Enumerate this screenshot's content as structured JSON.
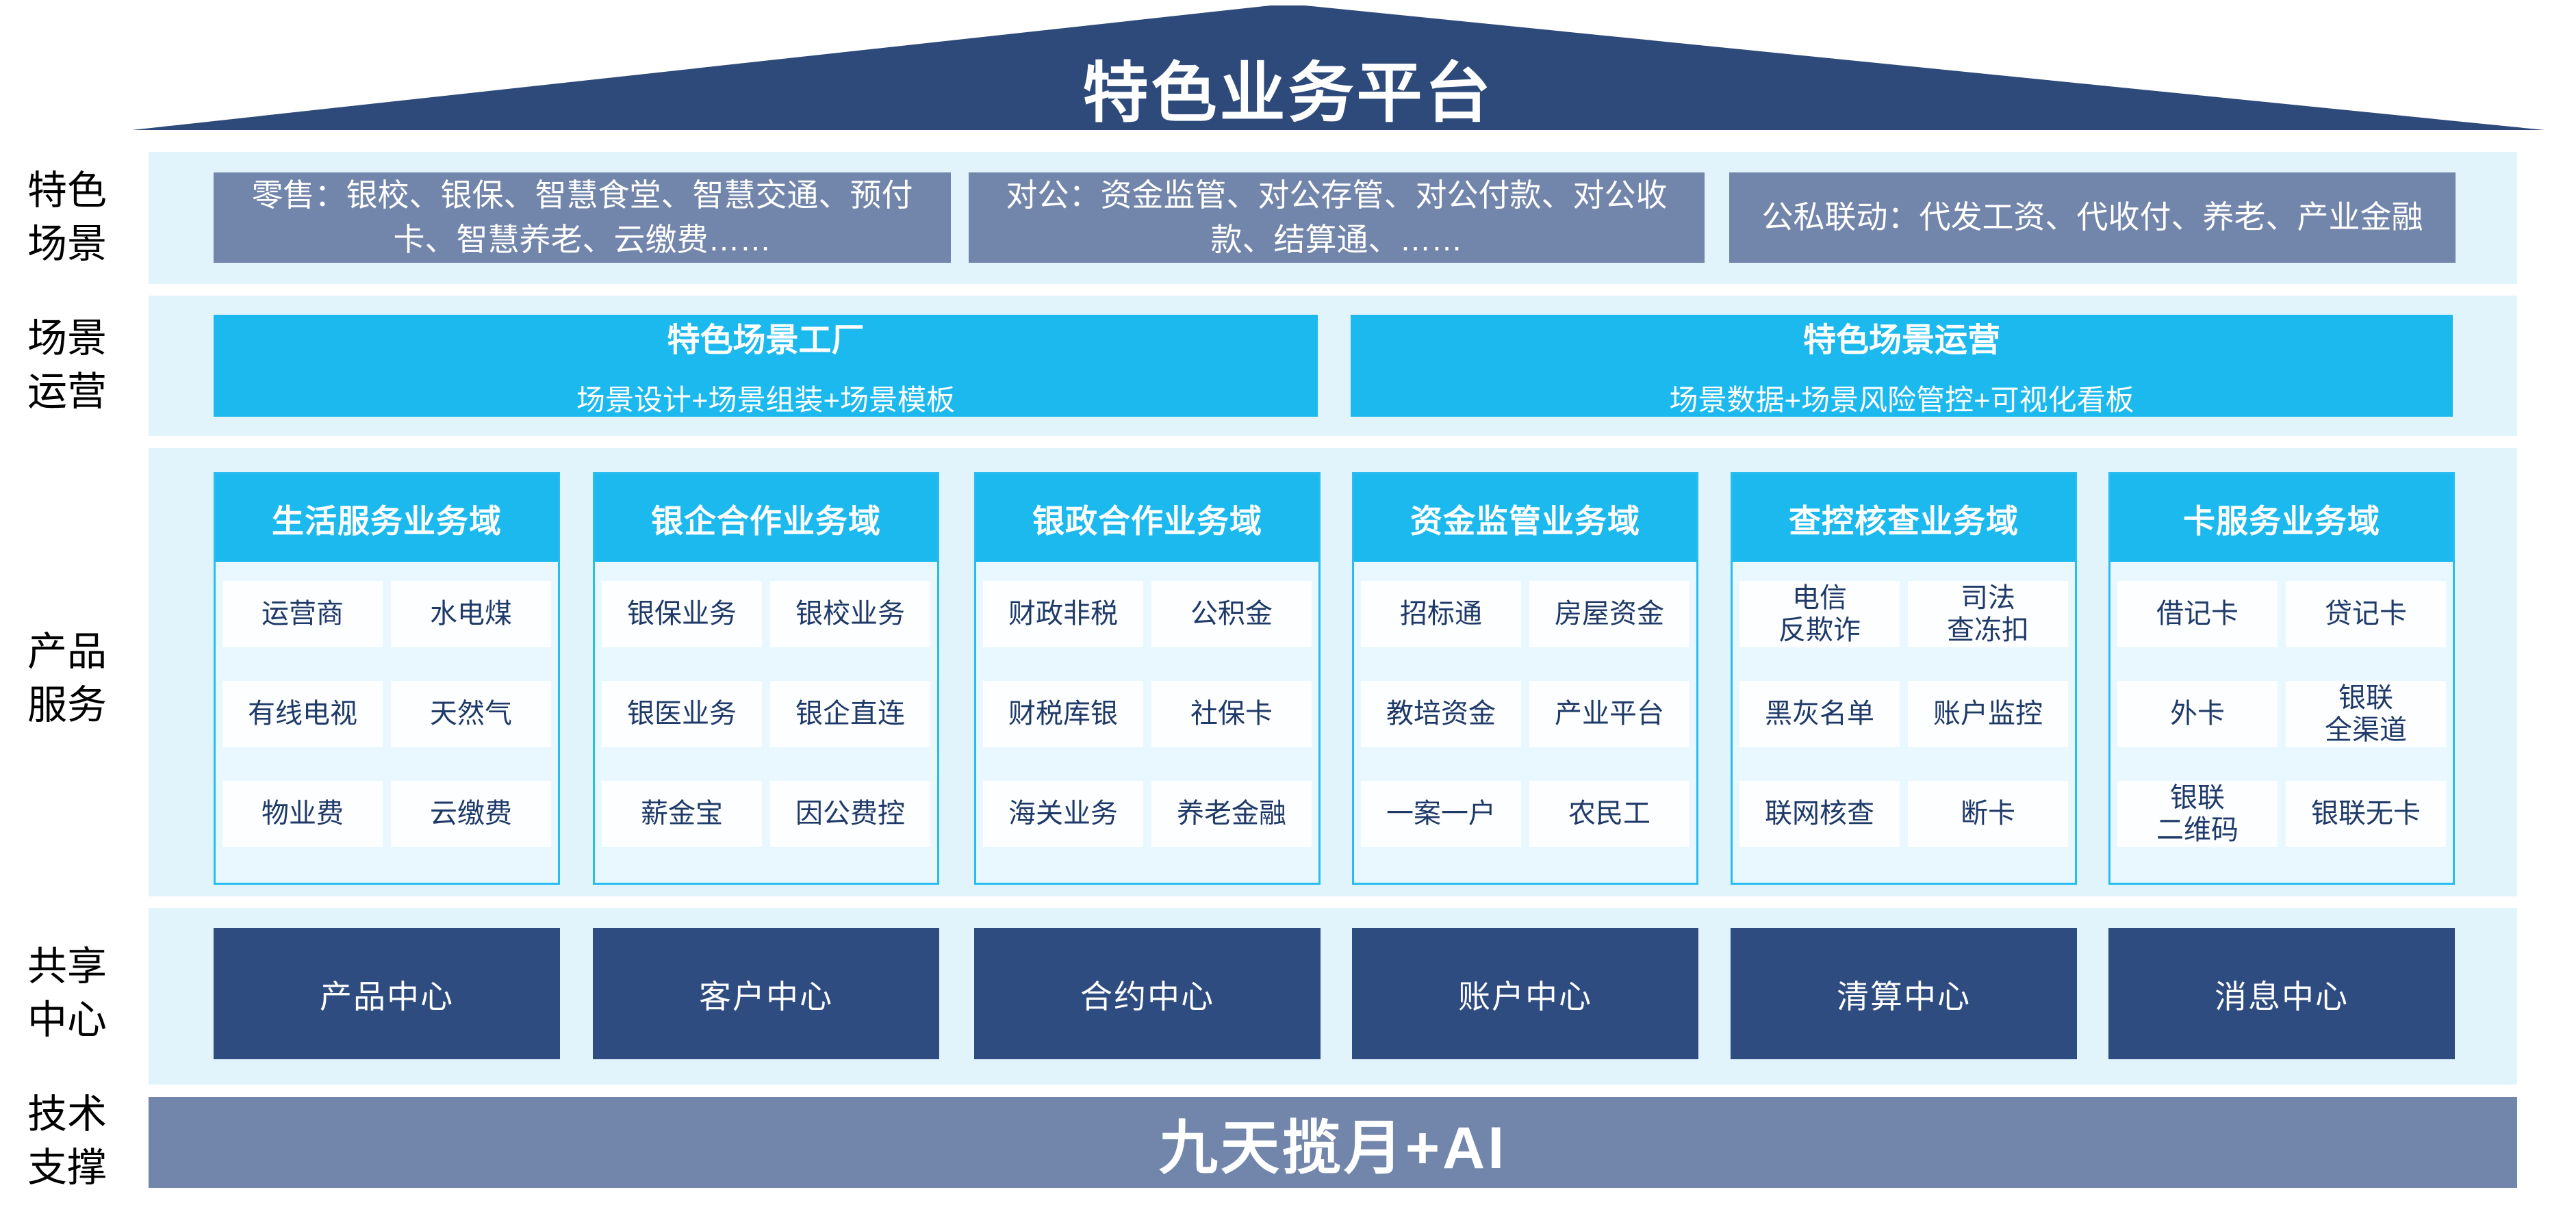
{
  "colors": {
    "roof_dark_blue": "#2d4a7b",
    "steel_gray_blue": "#7285aa",
    "cyan_accent": "#1cb9ef",
    "panel_light_blue": "#e1f3fb",
    "center_dark_blue": "#2e4c80",
    "cell_text_navy": "#1f3a68"
  },
  "roof": {
    "title": "特色业务平台"
  },
  "sections": {
    "scenes": {
      "label": "特色\n场景",
      "boxes": [
        "零售：银校、银保、智慧食堂、智慧交通、预付\n卡、智慧养老、云缴费……",
        "对公：资金监管、对公存管、对公付款、对公收\n款、结算通、……",
        "公私联动：代发工资、代收付、养老、产业金融"
      ]
    },
    "operations": {
      "label": "场景\n运营",
      "factory": {
        "title": "特色场景工厂",
        "subtitle": "场景设计+场景组装+场景模板"
      },
      "ops": {
        "title": "特色场景运营",
        "subtitle": "场景数据+场景风险管控+可视化看板"
      }
    },
    "products": {
      "label": "产品\n服务",
      "columns": [
        {
          "title": "生活服务业务域",
          "cells": [
            "运营商",
            "水电煤",
            "有线电视",
            "天然气",
            "物业费",
            "云缴费"
          ]
        },
        {
          "title": "银企合作业务域",
          "cells": [
            "银保业务",
            "银校业务",
            "银医业务",
            "银企直连",
            "薪金宝",
            "因公费控"
          ]
        },
        {
          "title": "银政合作业务域",
          "cells": [
            "财政非税",
            "公积金",
            "财税库银",
            "社保卡",
            "海关业务",
            "养老金融"
          ]
        },
        {
          "title": "资金监管业务域",
          "cells": [
            "招标通",
            "房屋资金",
            "教培资金",
            "产业平台",
            "一案一户",
            "农民工"
          ]
        },
        {
          "title": "查控核查业务域",
          "cells": [
            "电信\n反欺诈",
            "司法\n查冻扣",
            "黑灰名单",
            "账户监控",
            "联网核查",
            "断卡"
          ]
        },
        {
          "title": "卡服务业务域",
          "cells": [
            "借记卡",
            "贷记卡",
            "外卡",
            "银联\n全渠道",
            "银联\n二维码",
            "银联无卡"
          ]
        }
      ]
    },
    "shared": {
      "label": "共享\n中心",
      "centers": [
        "产品中心",
        "客户中心",
        "合约中心",
        "账户中心",
        "清算中心",
        "消息中心"
      ]
    },
    "tech": {
      "label": "技术\n支撑",
      "bar": "九天揽月+AI"
    }
  }
}
